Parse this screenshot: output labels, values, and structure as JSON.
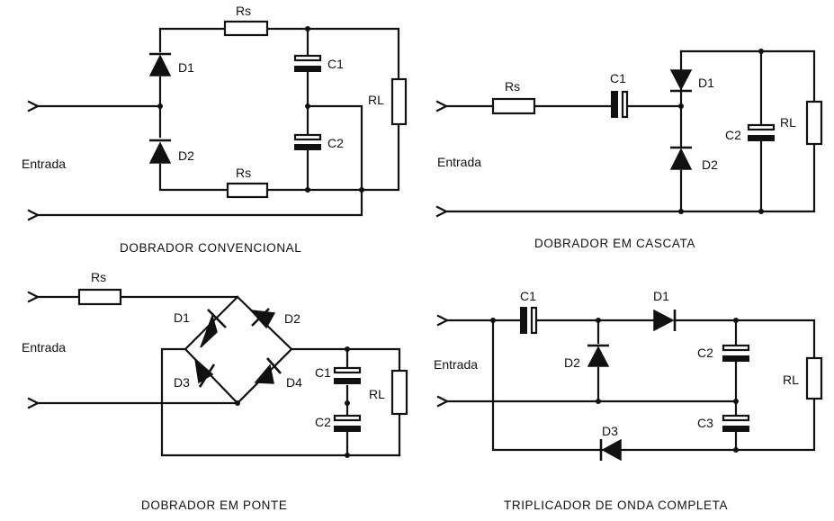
{
  "circuits": {
    "convencional": {
      "caption": "DOBRADOR CONVENCIONAL",
      "input_label": "Entrada",
      "labels": {
        "rs_top": "Rs",
        "rs_bottom": "Rs",
        "d1": "D1",
        "d2": "D2",
        "c1": "C1",
        "c2": "C2",
        "rl": "RL"
      }
    },
    "cascata": {
      "caption": "DOBRADOR EM CASCATA",
      "input_label": "Entrada",
      "labels": {
        "rs": "Rs",
        "c1": "C1",
        "d1": "D1",
        "d2": "D2",
        "c2": "C2",
        "rl": "RL"
      }
    },
    "ponte": {
      "caption": "DOBRADOR EM PONTE",
      "input_label": "Entrada",
      "labels": {
        "rs": "Rs",
        "d1": "D1",
        "d2": "D2",
        "d3": "D3",
        "d4": "D4",
        "c1": "C1",
        "c2": "C2",
        "rl": "RL"
      }
    },
    "triplicador": {
      "caption": "TRIPLICADOR DE ONDA COMPLETA",
      "input_label": "Entrada",
      "labels": {
        "c1": "C1",
        "d1": "D1",
        "d2": "D2",
        "d3": "D3",
        "c2": "C2",
        "c3": "C3",
        "rl": "RL"
      }
    }
  }
}
